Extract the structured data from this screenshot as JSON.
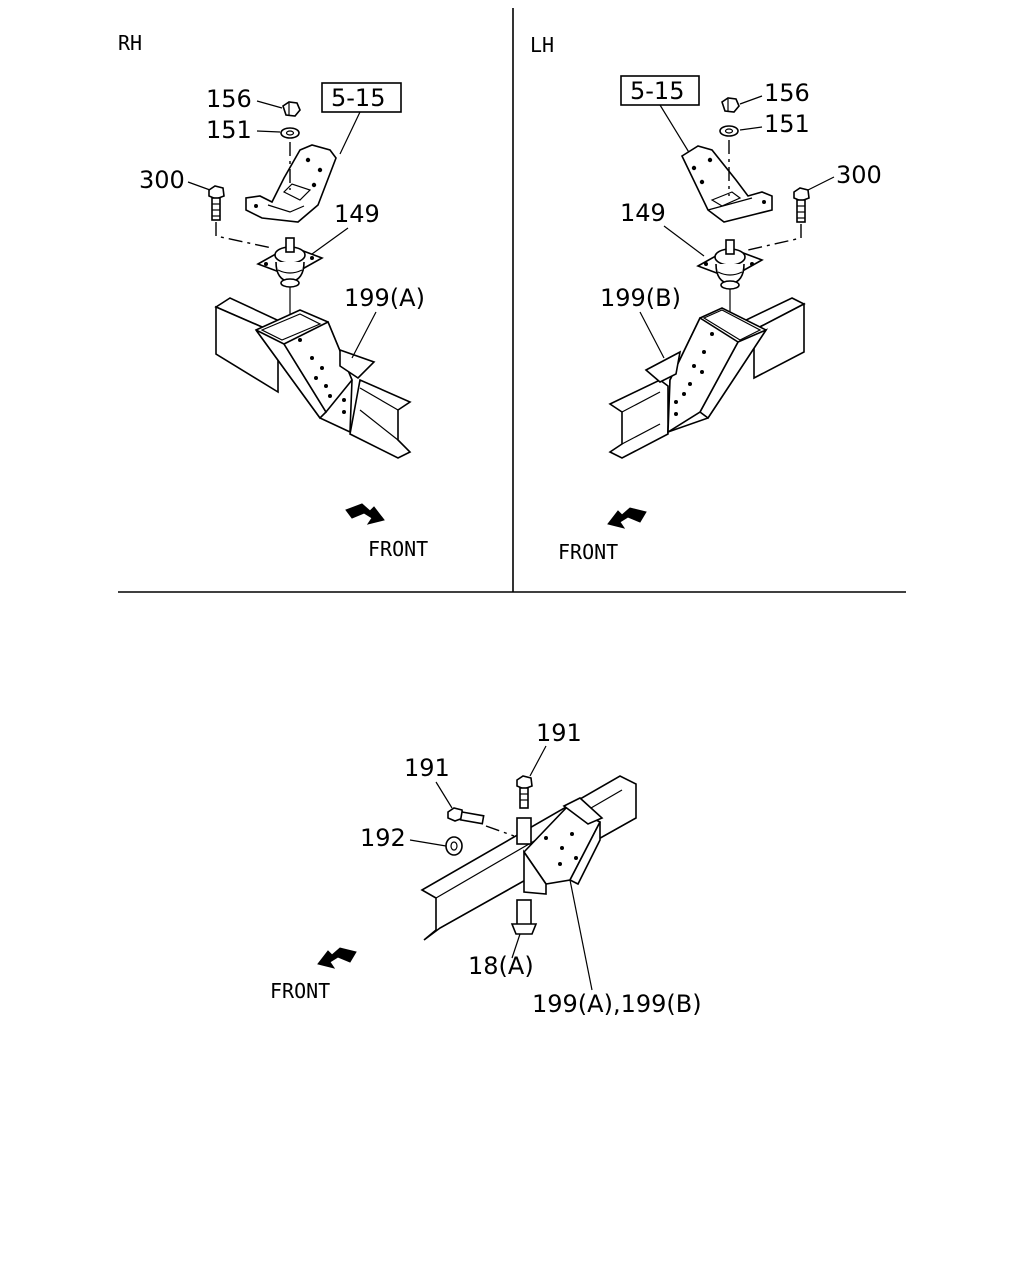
{
  "sections": {
    "rh": {
      "title": "RH",
      "callouts": {
        "nut": "156",
        "washer": "151",
        "bolt": "300",
        "mount": "149",
        "bracket": "199(A)",
        "ref": "5-15"
      },
      "front": "FRONT"
    },
    "lh": {
      "title": "LH",
      "callouts": {
        "nut": "156",
        "washer": "151",
        "bolt": "300",
        "mount": "149",
        "bracket": "199(B)",
        "ref": "5-15"
      },
      "front": "FRONT"
    },
    "bottom": {
      "callouts": {
        "bolt_top": "191",
        "bolt_side": "191",
        "nut": "192",
        "plate": "18(A)",
        "bracket": "199(A),199(B)"
      },
      "front": "FRONT"
    }
  }
}
